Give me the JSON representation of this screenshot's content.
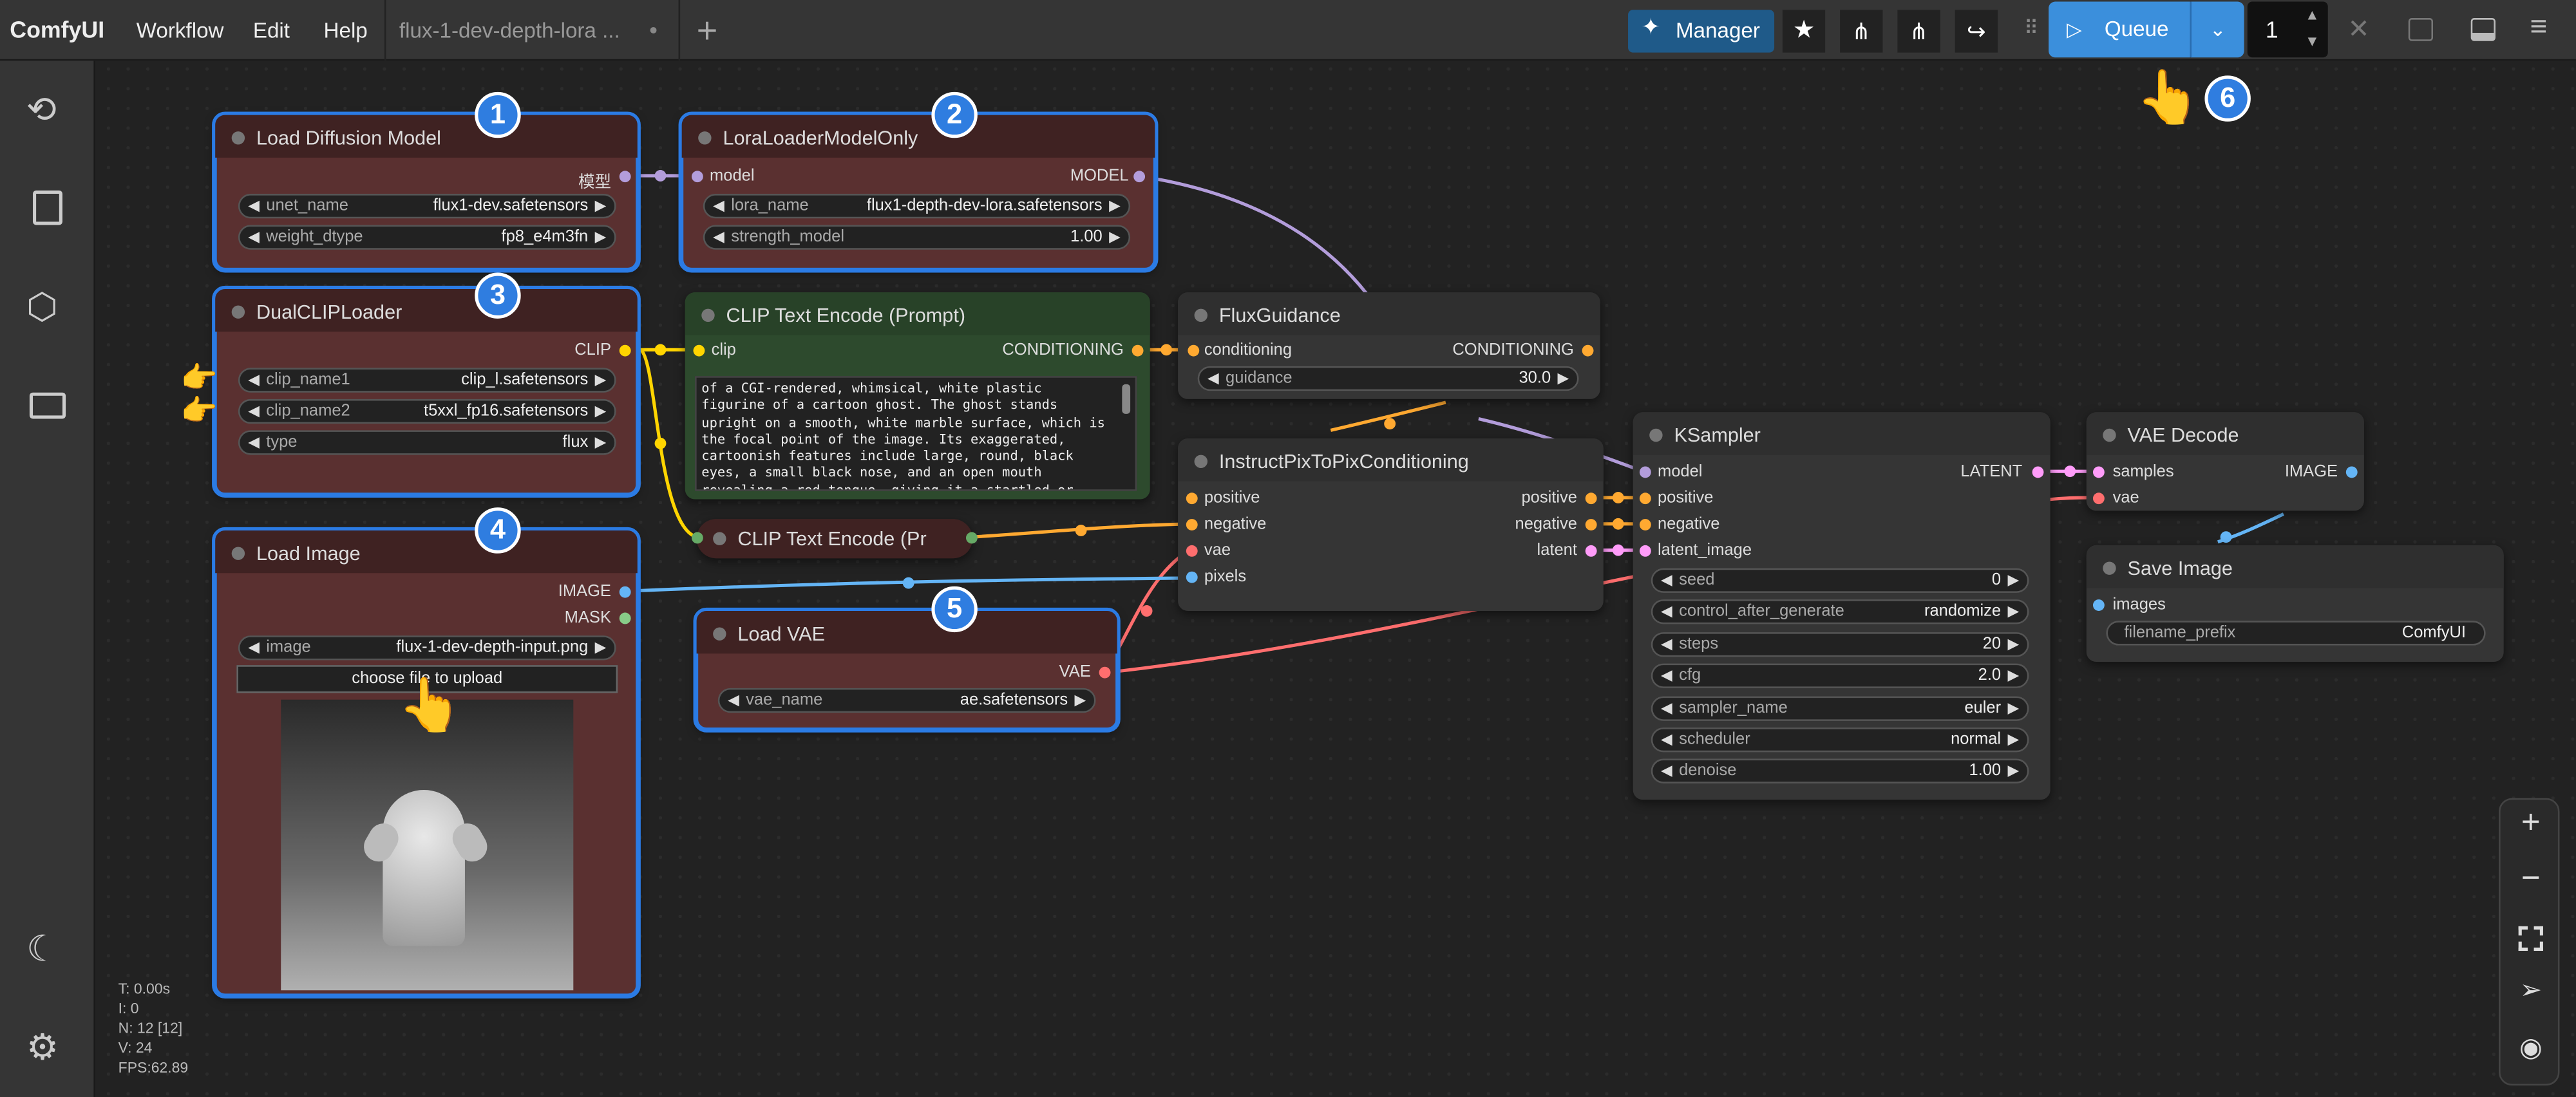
{
  "menu": {
    "logo": "ComfyUI",
    "workflow": "Workflow",
    "edit": "Edit",
    "help": "Help",
    "tab_title": "flux-1-dev-depth-lora ...",
    "tab_modified": "●"
  },
  "toolbar": {
    "manager_label": "Manager",
    "queue_label": "Queue",
    "queue_count": "1"
  },
  "stats": {
    "t": "T: 0.00s",
    "i": "I: 0",
    "n": "N: 12 [12]",
    "v": "V: 24",
    "fps": "FPS:62.89"
  },
  "badges": [
    "1",
    "2",
    "3",
    "4",
    "5",
    "6"
  ],
  "nodes": {
    "load_diffusion": {
      "title": "Load Diffusion Model",
      "out": "模型",
      "unet_key": "unet_name",
      "unet_val": "flux1-dev.safetensors",
      "dtype_key": "weight_dtype",
      "dtype_val": "fp8_e4m3fn"
    },
    "lora": {
      "title": "LoraLoaderModelOnly",
      "in": "model",
      "out": "MODEL",
      "name_key": "lora_name",
      "name_val": "flux1-depth-dev-lora.safetensors",
      "str_key": "strength_model",
      "str_val": "1.00"
    },
    "dualclip": {
      "title": "DualCLIPLoader",
      "out": "CLIP",
      "c1_key": "clip_name1",
      "c1_val": "clip_l.safetensors",
      "c2_key": "clip_name2",
      "c2_val": "t5xxl_fp16.safetensors",
      "type_key": "type",
      "type_val": "flux"
    },
    "clip_pos": {
      "title": "CLIP Text Encode (Prompt)",
      "in": "clip",
      "out": "CONDITIONING",
      "text": "of a CGI-rendered, whimsical, white plastic\nfigurine of a cartoon ghost. The ghost stands\nupright on a smooth, white marble surface, which is\nthe focal point of the image. Its exaggerated,\ncartoonish features include large, round, black\neyes, a small black nose, and an open mouth\nrevealing a red tongue, giving it a startled or"
    },
    "clip_neg": {
      "title": "CLIP Text Encode (Pr"
    },
    "flux_guidance": {
      "title": "FluxGuidance",
      "in": "conditioning",
      "out": "CONDITIONING",
      "g_key": "guidance",
      "g_val": "30.0"
    },
    "load_image": {
      "title": "Load Image",
      "out1": "IMAGE",
      "out2": "MASK",
      "img_key": "image",
      "img_val": "flux-1-dev-depth-input.png",
      "upload": "choose file to upload"
    },
    "load_vae": {
      "title": "Load VAE",
      "out": "VAE",
      "vae_key": "vae_name",
      "vae_val": "ae.safetensors"
    },
    "ip2p": {
      "title": "InstructPixToPixConditioning",
      "in1": "positive",
      "in2": "negative",
      "in3": "vae",
      "in4": "pixels",
      "out1": "positive",
      "out2": "negative",
      "out3": "latent"
    },
    "ksampler": {
      "title": "KSampler",
      "in1": "model",
      "in2": "positive",
      "in3": "negative",
      "in4": "latent_image",
      "out": "LATENT",
      "w": [
        [
          "seed",
          "0"
        ],
        [
          "control_after_generate",
          "randomize"
        ],
        [
          "steps",
          "20"
        ],
        [
          "cfg",
          "2.0"
        ],
        [
          "sampler_name",
          "euler"
        ],
        [
          "scheduler",
          "normal"
        ],
        [
          "denoise",
          "1.00"
        ]
      ]
    },
    "vae_decode": {
      "title": "VAE Decode",
      "in1": "samples",
      "in2": "vae",
      "out": "IMAGE"
    },
    "save_image": {
      "title": "Save Image",
      "in": "images",
      "fp_key": "filename_prefix",
      "fp_val": "ComfyUI"
    }
  },
  "colors": {
    "accent": "#2f7de0",
    "model_link": "#b39ddb",
    "clip_link": "#ffd500",
    "cond_link": "#ffa931",
    "vae_link": "#ff6e6e",
    "image_link": "#64b5f6",
    "latent_link": "#ff9cf9"
  }
}
